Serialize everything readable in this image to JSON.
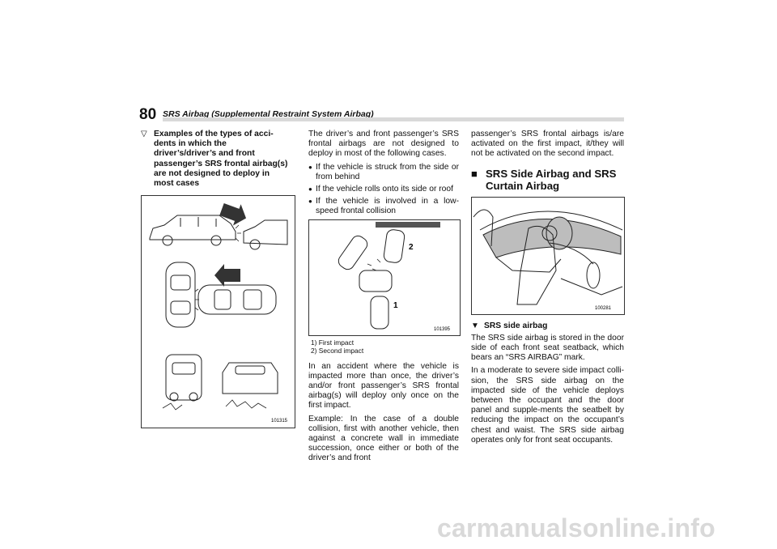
{
  "header": {
    "page_number": "80",
    "title": "SRS Airbag (Supplemental Restraint System Airbag)"
  },
  "col1": {
    "subheading_marker": "▽",
    "subheading": "Examples of the types of acci-dents in which the driver’s/driver’s and front passenger’s SRS frontal airbag(s) are not designed to deploy in most cases",
    "figure_number": "101315"
  },
  "col2": {
    "intro": "The driver’s and front passenger’s SRS frontal airbags are not designed to deploy in most of the following cases.",
    "bullets": [
      "If the vehicle is struck from the side or from behind",
      "If the vehicle rolls onto its side or roof",
      "If the vehicle is involved in a low-speed frontal collision"
    ],
    "figure_number": "101395",
    "figure_labels": [
      "2",
      "1"
    ],
    "captions": [
      "1)  First impact",
      "2)  Second impact"
    ],
    "para1": "In an accident where the vehicle is impacted more than once, the driver’s and/or front passenger’s SRS frontal airbag(s) will deploy only once on the first impact.",
    "para2": "Example: In the case of a double collision, first with another vehicle, then against a concrete wall in immediate succession, once either or both of the driver’s and front"
  },
  "col3": {
    "para_cont": "passenger’s SRS frontal airbags is/are activated on the first impact, it/they will not be activated on the second impact.",
    "section_marker": "■",
    "section_title": "SRS Side Airbag and SRS Curtain Airbag",
    "figure_number": "100281",
    "subheading_marker": "▼",
    "subheading": "SRS side airbag",
    "para1": "The SRS side airbag is stored in the door side of each front seat seatback, which bears an “SRS AIRBAG” mark.",
    "para2": "In a moderate to severe side impact colli-sion, the SRS side airbag on the impacted side of the vehicle deploys between the occupant and the door panel and supple-ments the seatbelt by reducing the impact on the occupant’s chest and waist. The SRS side airbag operates only for front seat occupants."
  },
  "watermark": "carmanualsonline.info"
}
